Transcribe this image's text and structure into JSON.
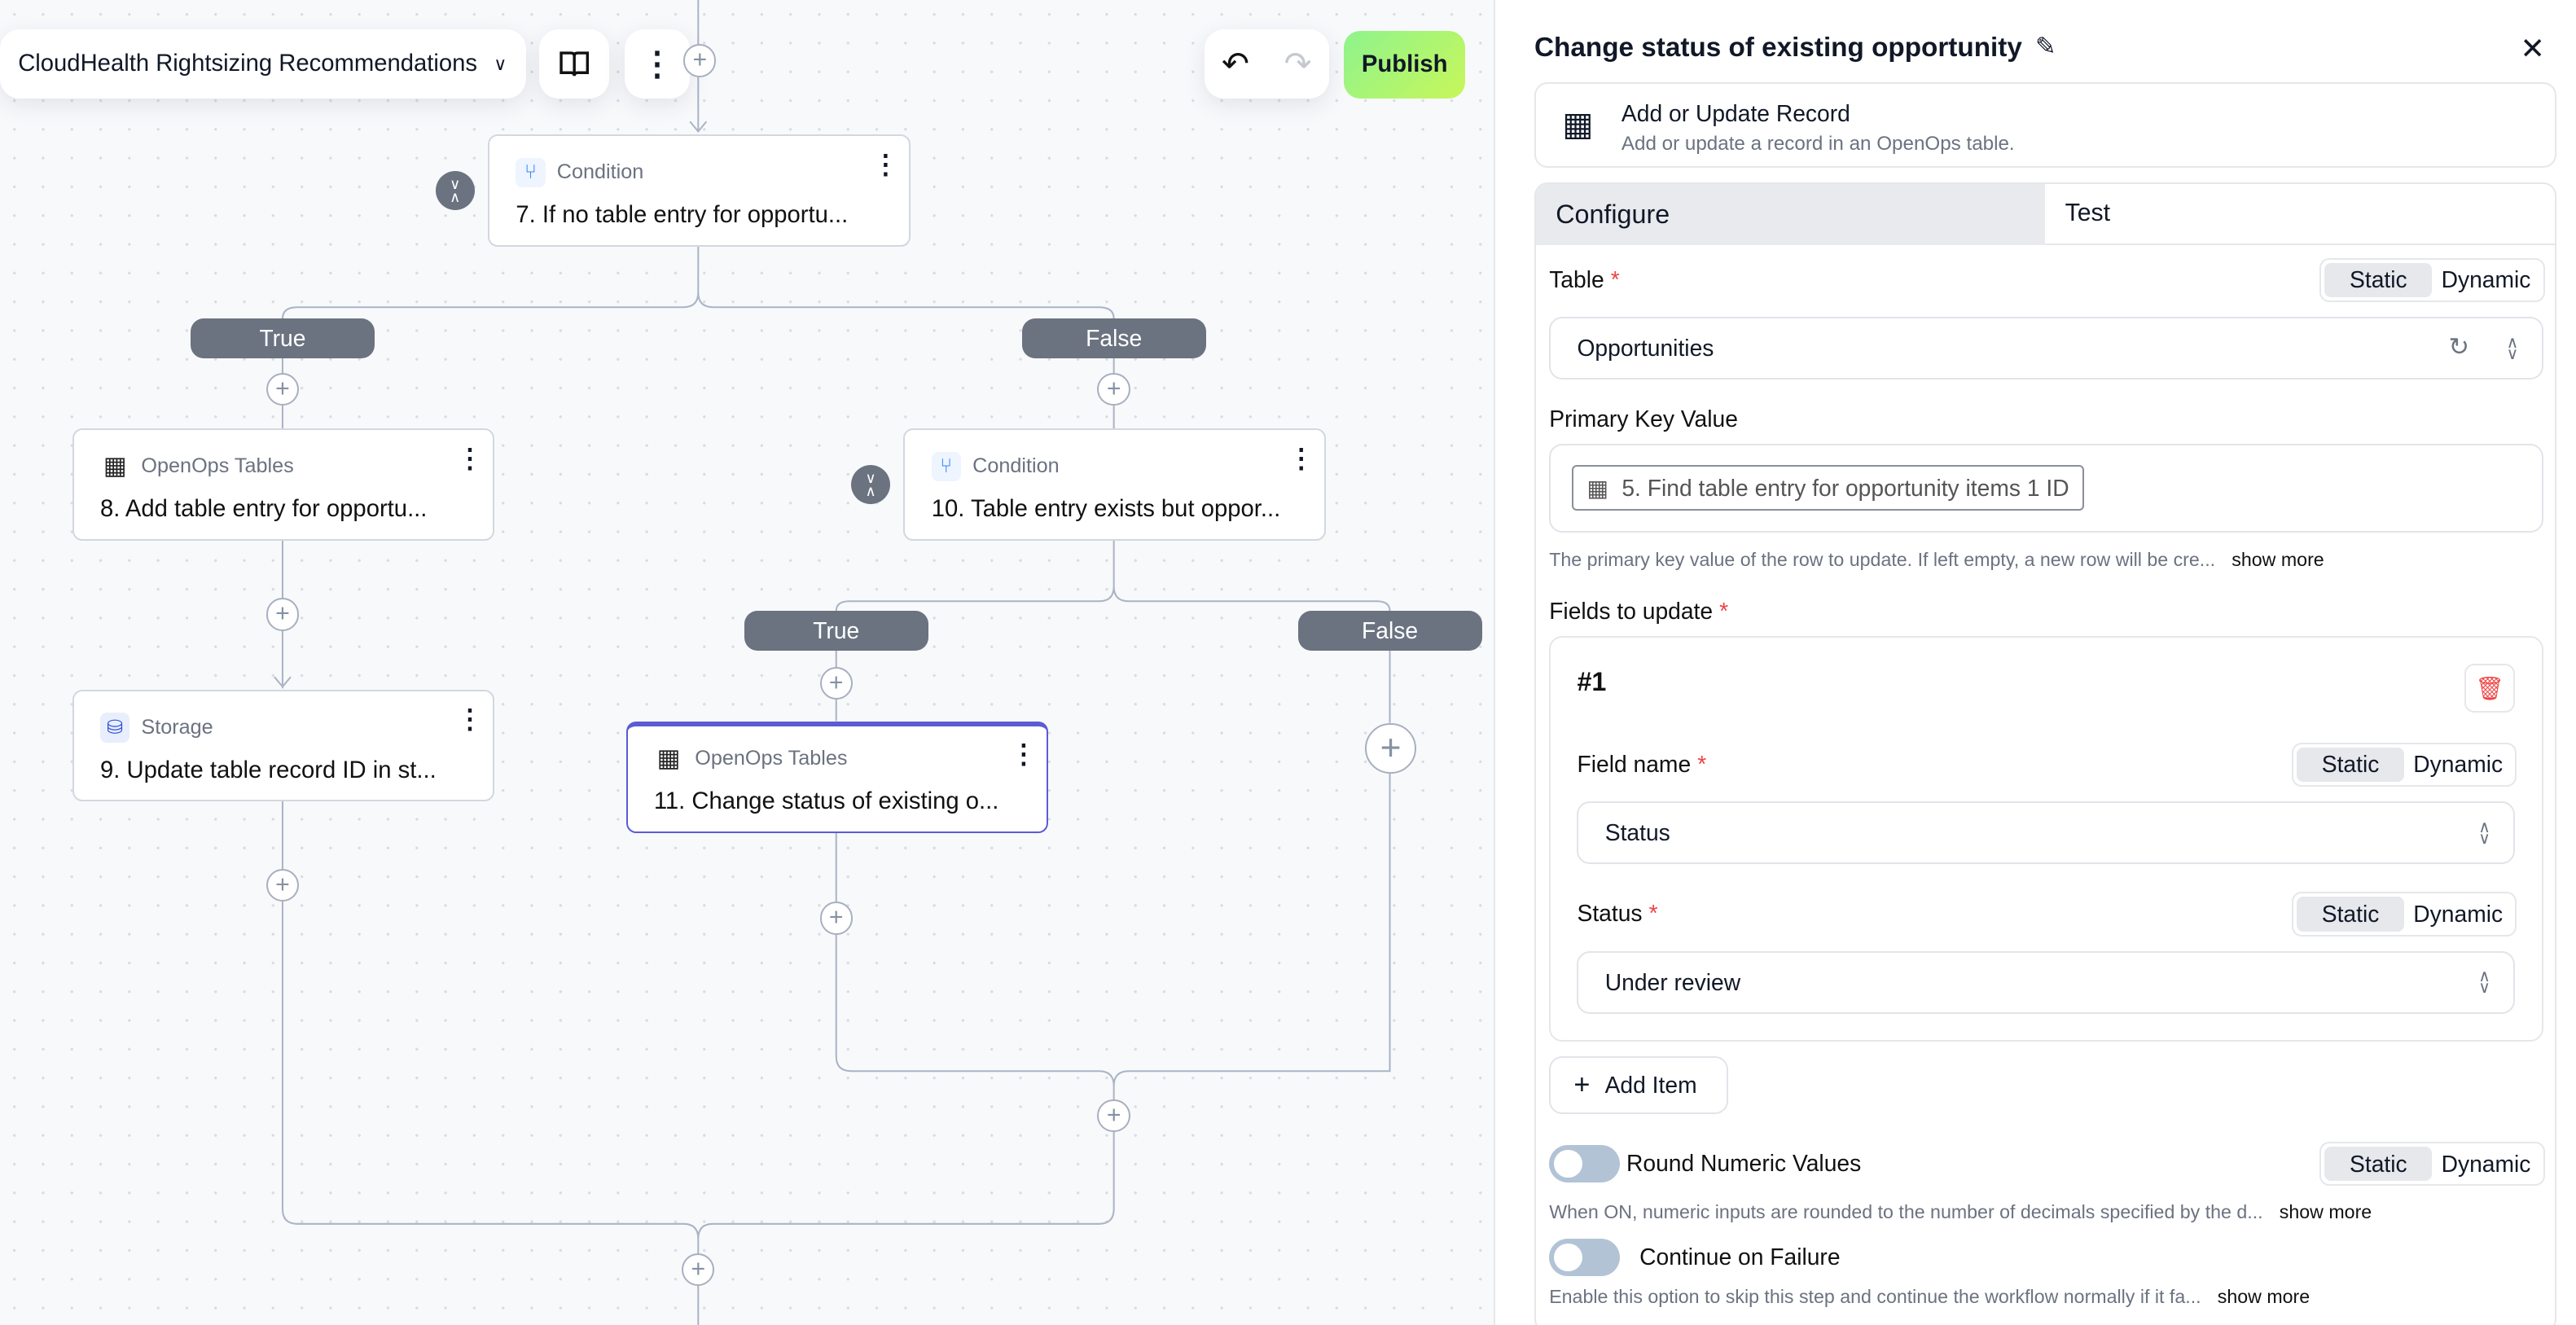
{
  "header": {
    "workflow_name": "CloudHealth Rightsizing Recommendations",
    "publish_label": "Publish"
  },
  "colors": {
    "publish_gradient_start": "#8ef48d",
    "publish_gradient_end": "#c8f65a",
    "branch_pill": "#6b7280",
    "selected_node_border": "#5b5bd6"
  },
  "flow": {
    "nodes": [
      {
        "kind": "Condition",
        "title": "7. If no table entry for opportu..."
      },
      {
        "kind": "OpenOps Tables",
        "title": "8. Add table entry for opportu..."
      },
      {
        "kind": "Storage",
        "title": "9. Update table record ID in st..."
      },
      {
        "kind": "Condition",
        "title": "10. Table entry exists but oppor..."
      },
      {
        "kind": "OpenOps Tables",
        "title": "11. Change status of existing o..."
      }
    ],
    "branches": {
      "true": "True",
      "false": "False"
    }
  },
  "panel": {
    "title": "Change status of existing opportunity",
    "action": {
      "name": "Add or Update Record",
      "description": "Add or update a record in an OpenOps table."
    },
    "tabs": [
      "Configure",
      "Test"
    ],
    "active_tab": "Configure",
    "mode": {
      "static": "Static",
      "dynamic": "Dynamic"
    },
    "table": {
      "label": "Table",
      "value": "Opportunities"
    },
    "primary_key": {
      "label": "Primary Key Value",
      "chip": "5. Find table entry for opportunity items 1 ID",
      "help": "The primary key value of the row to update. If left empty, a new row will be cre...",
      "show_more": "show more"
    },
    "fields": {
      "label": "Fields to update",
      "item_title": "#1",
      "field_name_label": "Field name",
      "field_name_value": "Status",
      "status_label": "Status",
      "status_value": "Under review",
      "add_item": "Add Item"
    },
    "round": {
      "label": "Round Numeric Values",
      "help": "When ON, numeric inputs are rounded to the number of decimals specified by the d...",
      "show_more": "show more",
      "on": false
    },
    "continue": {
      "label": "Continue on Failure",
      "help": "Enable this option to skip this step and continue the workflow normally if it fa...",
      "show_more": "show more",
      "on": false
    }
  }
}
